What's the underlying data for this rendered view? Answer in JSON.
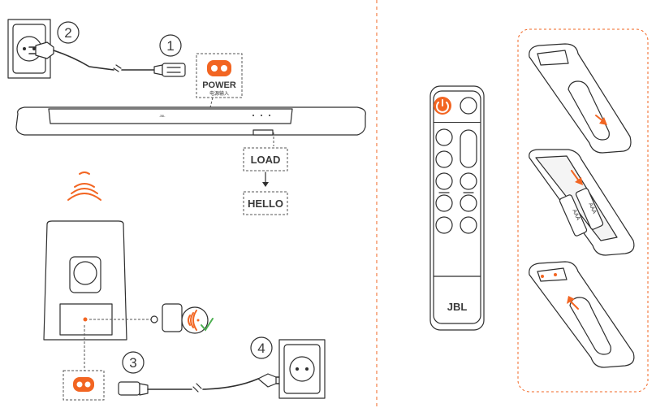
{
  "steps": [
    "1",
    "2",
    "3",
    "4"
  ],
  "labels": {
    "power": "POWER",
    "power_sub": "电源输入",
    "load": "LOAD",
    "hello": "HELLO",
    "remote_brand": "JBL",
    "battery_text": "AAA"
  },
  "icons": {
    "wall_outlet": "wall-outlet-icon",
    "plug": "power-plug-icon",
    "connector": "iec-connector-icon",
    "wireless": "wireless-signal-icon",
    "check": "checkmark-icon",
    "arrow": "arrow-icon"
  },
  "colors": {
    "accent": "#f26522",
    "line": "#2e2e2e",
    "check": "#4caf50",
    "dashed_border": "#f26522"
  }
}
